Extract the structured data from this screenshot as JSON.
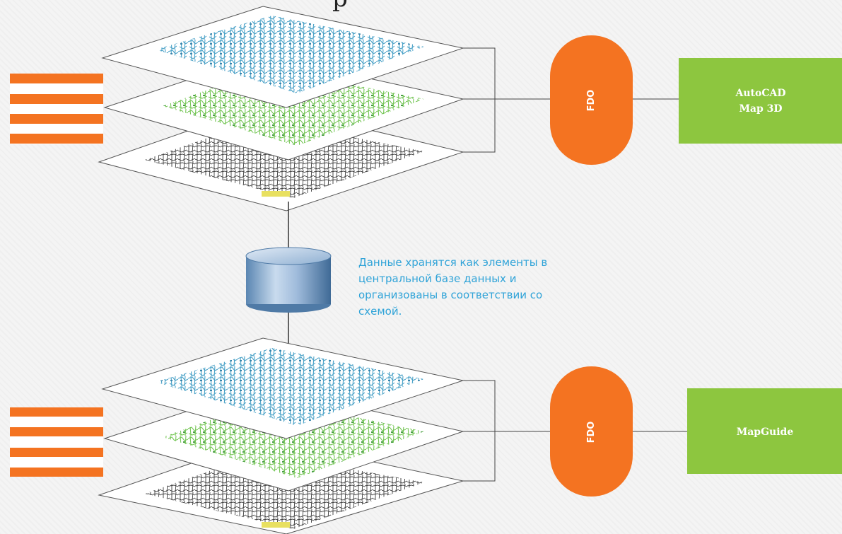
{
  "title_partial": "р",
  "fdo_top_label": "FDO",
  "fdo_bottom_label": "FDO",
  "app_top": {
    "line1": "AutoCAD",
    "line2": "Map 3D"
  },
  "app_bottom": {
    "line1": "MapGuide"
  },
  "description": {
    "lines": [
      "Данные хранятся как элементы в",
      "центральной базе данных и",
      "организованы в соответствии со",
      "схемой."
    ]
  },
  "colors": {
    "orange": "#f47321",
    "green": "#8dc63f",
    "layer_blue": "#3f9cc4",
    "layer_green": "#6cc24a",
    "layer_black": "#222222",
    "text_blue": "#2fa3d8"
  },
  "icons": {
    "striped_stack": "orange-stripes-icon",
    "database": "database-cylinder-icon"
  }
}
